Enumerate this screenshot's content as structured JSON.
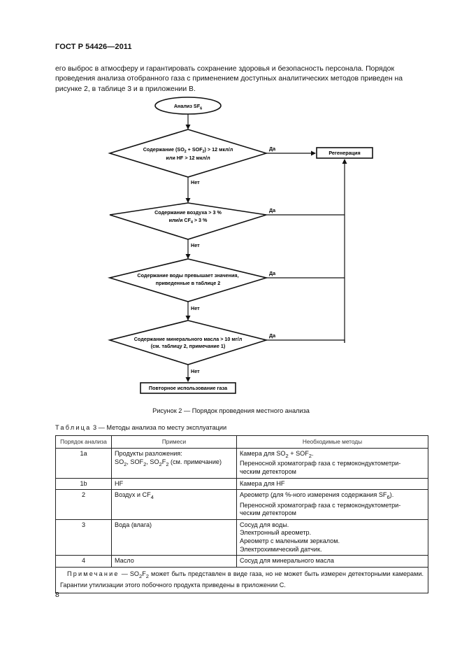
{
  "header": {
    "doc_id": "ГОСТ Р 54426—2011"
  },
  "intro": {
    "line1": "его выброс в атмосферу и гарантировать сохранение здоровья и безопасность персонала. Порядок",
    "line2": "проведения анализа отобранного газа с применением доступных аналитических методов приведен на",
    "line3": "рисунке 2, в таблице 3 и в приложении В."
  },
  "flowchart": {
    "start_prefix": "Анализ SF",
    "start_sub": "6",
    "d1_l1_a": "Содержание (SO",
    "d1_l1_s1": "2",
    "d1_l1_b": " + SOF",
    "d1_l1_s2": "2",
    "d1_l1_c": ") > 12 мкл/л",
    "d1_l2": "или HF > 12 мкл/л",
    "d2_l1": "Содержание воздуха > 3 %",
    "d2_l2_a": "или/и CF",
    "d2_l2_sub": "4",
    "d2_l2_b": " > 3 %",
    "d3_l1": "Содержание воды превышает значения,",
    "d3_l2": "приведенные в таблице 2",
    "d4_l1": "Содержание минерального масла > 10 мг/л",
    "d4_l2": "(см. таблицу 2, примечание 1)",
    "yes": "Да",
    "no": "Нет",
    "regen": "Регенерация",
    "reuse": "Повторное использование газа"
  },
  "figure_caption": "Рисунок 2 — Порядок проведения местного анализа",
  "table": {
    "title_prefix": "Таблица",
    "title_rest": " 3 — Методы анализа по месту эксплуатации",
    "headers": {
      "order": "Порядок анализа",
      "impurities": "Примеси",
      "methods": "Необходимые методы"
    },
    "rows": [
      {
        "order": "1a",
        "imp_l1": "Продукты разложения:",
        "imp_l2_parts": [
          "SO",
          "2",
          ", SOF",
          "2",
          ", SO",
          "2",
          "F",
          "2",
          " (см. примечание)"
        ],
        "meth_l1_parts": [
          "Камера для SO",
          "2",
          " + SOF",
          "2",
          "."
        ],
        "meth_l2": "Переносной хроматограф газа с термокондуктометри-",
        "meth_l3": "ческим детектором"
      },
      {
        "order": "1b",
        "imp": "HF",
        "meth": "Камера для HF"
      },
      {
        "order": "2",
        "imp_parts": [
          "Воздух и CF",
          "4"
        ],
        "meth_l1_parts": [
          "Ареометр (для %-ного измерения содержания SF",
          "6",
          ")."
        ],
        "meth_l2": "Переносной хроматограф газа с термокондуктометри-",
        "meth_l3": "ческим детектором"
      },
      {
        "order": "3",
        "imp": "Вода (влага)",
        "meth_lines": [
          "Сосуд для воды.",
          "Электронный ареометр.",
          "Ареометр с маленьким зеркалом.",
          "Электрохимический датчик."
        ]
      },
      {
        "order": "4",
        "imp": "Масло",
        "meth": "Сосуд для минерального масла"
      }
    ],
    "note": {
      "label": "Примечание",
      "text_a": " — SO",
      "sub1": "2",
      "text_b": "F",
      "sub2": "2",
      "text_c": " может быть представлен в виде газа, но не может быть измерен детекторными камерами. Гарантии утилизации этого побочного продукта приведены в приложении С."
    }
  },
  "page_number": "8"
}
